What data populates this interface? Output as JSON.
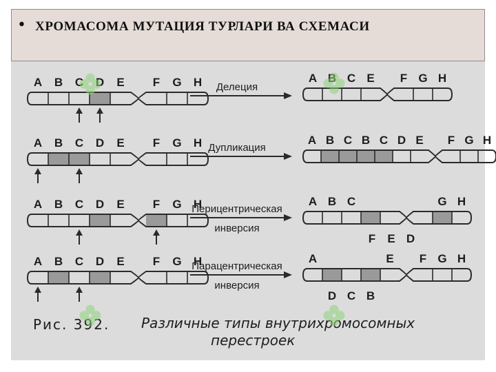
{
  "slide_title": "ХРОМАСОМА МУТАЦИЯ ТУРЛАРИ ВА СХЕМАСИ",
  "colors": {
    "shade": "#9a9a9a",
    "stroke": "#2a2a2a",
    "wm": "#8fd47a"
  },
  "rows": [
    {
      "mutation": [
        "Делеция"
      ],
      "left": {
        "genes": [
          "A",
          "B",
          "C",
          "D",
          "E",
          "F",
          "G",
          "H"
        ],
        "shaded": [
          3
        ]
      },
      "arrows_under": [
        "C",
        "D"
      ],
      "right": {
        "genes": [
          "A",
          "B",
          "C",
          "E",
          "F",
          "G",
          "H"
        ],
        "shaded": [],
        "below": []
      }
    },
    {
      "mutation": [
        "Дупликация"
      ],
      "left": {
        "genes": [
          "A",
          "B",
          "C",
          "D",
          "E",
          "F",
          "G",
          "H"
        ],
        "shaded": [
          1,
          2
        ]
      },
      "arrows_under": [
        "A",
        "C"
      ],
      "right": {
        "genes": [
          "A",
          "B",
          "C",
          "B",
          "C",
          "D",
          "E",
          "F",
          "G",
          "H"
        ],
        "shaded": [
          1,
          2,
          3,
          4
        ],
        "below": []
      }
    },
    {
      "mutation": [
        "Перицентрическая",
        "инверсия"
      ],
      "left": {
        "genes": [
          "A",
          "B",
          "C",
          "D",
          "E",
          "F",
          "G",
          "H"
        ],
        "shaded": [
          3,
          5
        ]
      },
      "arrows_under": [
        "C",
        "F"
      ],
      "right": {
        "genes": [
          "A",
          "B",
          "C",
          "",
          "",
          "",
          "G",
          "H"
        ],
        "shaded": [
          3,
          6
        ],
        "below": [
          "F",
          "E",
          "D"
        ]
      }
    },
    {
      "mutation": [
        "Парацентрическая",
        "инверсия"
      ],
      "left": {
        "genes": [
          "A",
          "B",
          "C",
          "D",
          "E",
          "F",
          "G",
          "H"
        ],
        "shaded": [
          1,
          3
        ]
      },
      "arrows_under": [
        "A",
        "C"
      ],
      "right": {
        "genes": [
          "A",
          "",
          "",
          "",
          "E",
          "F",
          "G",
          "H"
        ],
        "shaded": [
          1,
          3
        ],
        "below": [
          "D",
          "C",
          "B"
        ]
      }
    }
  ],
  "caption": {
    "prefix": "Рис. 392.",
    "line1": "Различные типы внутрихромосомных",
    "line2": "перестроек"
  }
}
